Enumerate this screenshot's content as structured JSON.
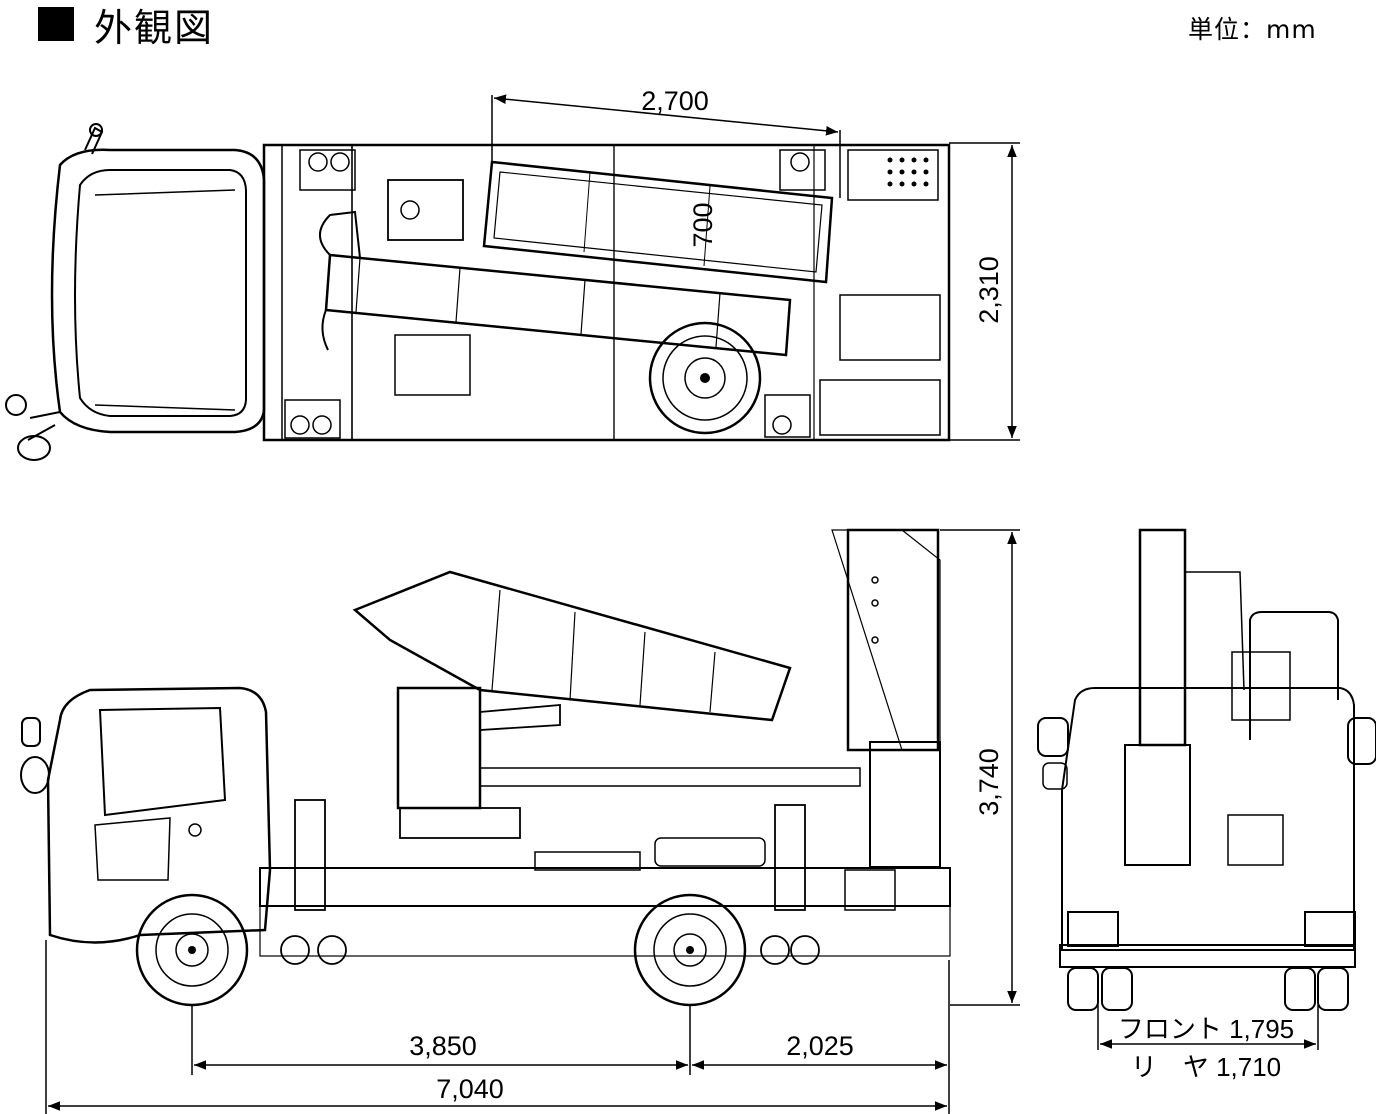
{
  "header": {
    "title": "外観図",
    "unit": "単位：mm"
  },
  "dimensions": {
    "boom_length": "2,700",
    "bucket_width": "700",
    "vehicle_width": "2,310",
    "vehicle_height": "3,740",
    "wheelbase": "3,850",
    "rear_overhang": "2,025",
    "overall_length": "7,040",
    "front_tread": "フロント 1,795",
    "rear_tread": "リ　ヤ 1,710"
  }
}
